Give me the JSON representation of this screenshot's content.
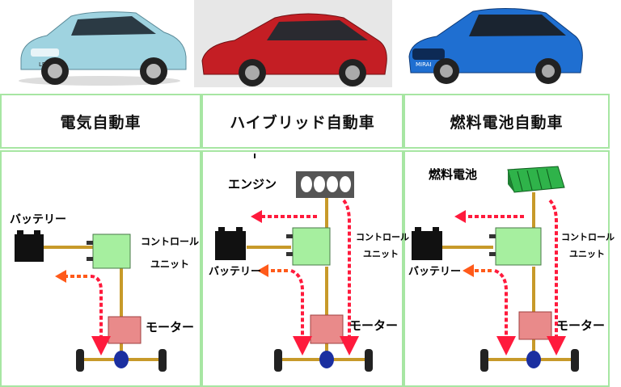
{
  "cars": [
    {
      "icon": "white-compact-ev-car-icon",
      "color": "#9fd3e0",
      "plate": "LEAF"
    },
    {
      "icon": "red-hybrid-car-icon",
      "color": "#c41e24",
      "plate": ""
    },
    {
      "icon": "blue-fuel-cell-car-icon",
      "color": "#1f6fd1",
      "plate": "MIRAI"
    }
  ],
  "columns": [
    {
      "title": "電気自動車",
      "battery_label": "バッテリー",
      "unit_label": [
        "コントロール",
        "ユニット"
      ],
      "motor_label": "モーター"
    },
    {
      "title": "ハイブリッド自動車",
      "engine_label": "エンジン",
      "battery_label": "バッテリー",
      "unit_label": [
        "コントロール",
        "ユニット"
      ],
      "motor_label": "モーター"
    },
    {
      "title": "燃料電池自動車",
      "fuelcell_label": "燃料電池",
      "battery_label": "バッテリー",
      "unit_label": [
        "コントロール",
        "ユニット"
      ],
      "motor_label": "モーター"
    }
  ],
  "colors": {
    "border": "#a7e6a3",
    "unit": "#a6ef9f",
    "motor": "#e98a8a",
    "arrow": "#ff1a3c",
    "arrow_orange": "#ff5a1a",
    "shaft": "#c79a2a",
    "wheel_hub": "#1b2fa0",
    "fuelcell": "#2fb34a"
  }
}
